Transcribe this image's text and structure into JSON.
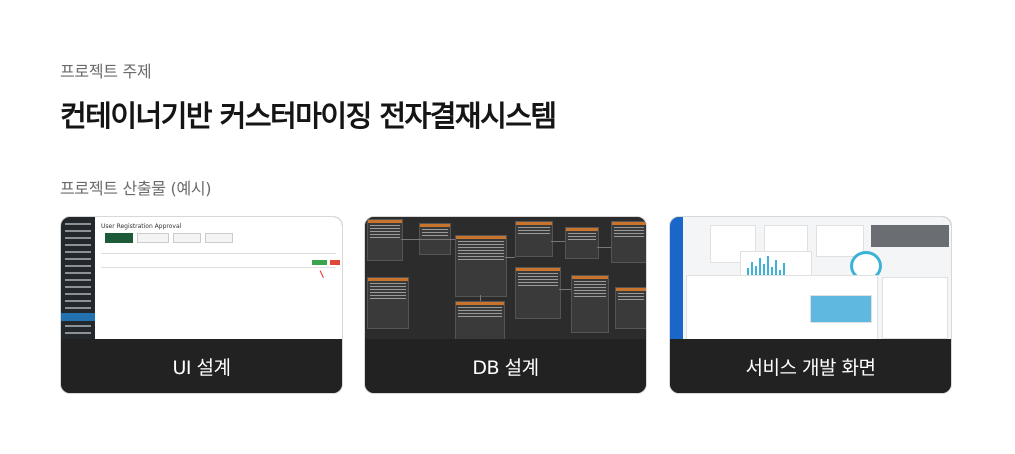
{
  "header": {
    "kicker": "프로젝트 주제",
    "title": "컨테이너기반 커스터마이징 전자결재시스템"
  },
  "outputs": {
    "label": "프로젝트 산출물 (예시)",
    "cards": [
      {
        "caption": "UI 설계"
      },
      {
        "caption": "DB 설계"
      },
      {
        "caption": "서비스 개발 화면"
      }
    ]
  },
  "ui_preview": {
    "window_title": "User Registration Approval",
    "colors": {
      "sidebar": "#23282d",
      "active_tab": "#1d5b38",
      "approve": "#3aa54a",
      "reject": "#e0473a"
    }
  },
  "db_preview": {
    "colors": {
      "background": "#2c2c2c",
      "table_header": "#c8742c"
    }
  },
  "service_preview": {
    "colors": {
      "sidebar": "#1b66c9",
      "chart_bars": "#3bb3d6"
    }
  }
}
